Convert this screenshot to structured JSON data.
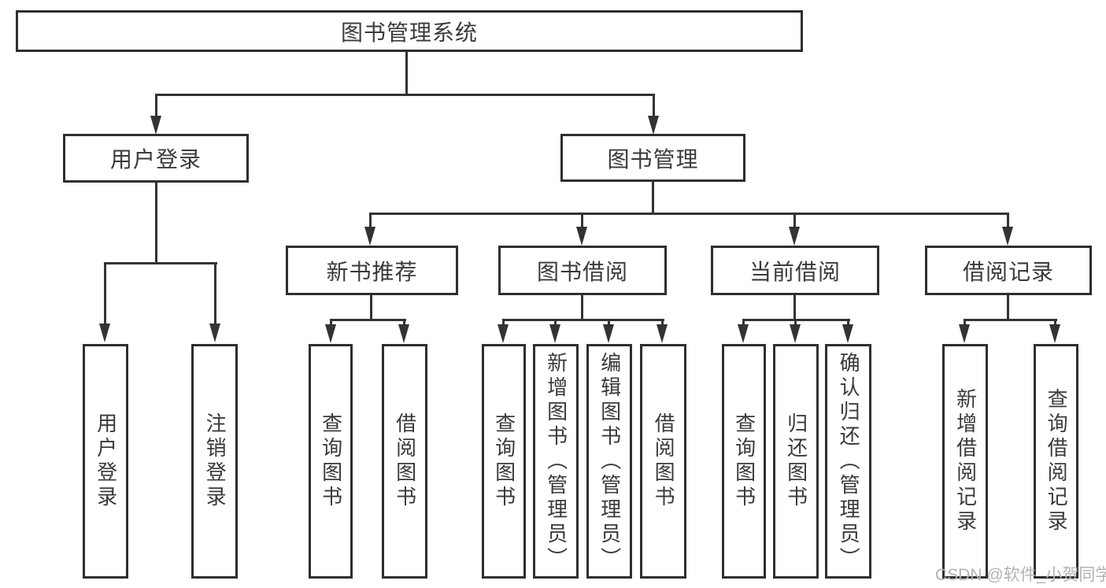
{
  "diagram": {
    "title": "图书管理系统",
    "branches": [
      {
        "label": "用户登录",
        "children": [
          {
            "label": "用户登录"
          },
          {
            "label": "注销登录"
          }
        ]
      },
      {
        "label": "图书管理",
        "children": [
          {
            "label": "新书推荐",
            "children": [
              {
                "label": "查询图书"
              },
              {
                "label": "借阅图书"
              }
            ]
          },
          {
            "label": "图书借阅",
            "children": [
              {
                "label": "查询图书"
              },
              {
                "label": "新增图书（管理员）"
              },
              {
                "label": "编辑图书（管理员）"
              },
              {
                "label": "借阅图书"
              }
            ]
          },
          {
            "label": "当前借阅",
            "children": [
              {
                "label": "查询图书"
              },
              {
                "label": "归还图书"
              },
              {
                "label": "确认归还（管理员）"
              }
            ]
          },
          {
            "label": "借阅记录",
            "children": [
              {
                "label": "新增借阅记录"
              },
              {
                "label": "查询借阅记录"
              }
            ]
          }
        ]
      }
    ]
  },
  "watermark": {
    "text": "CSDN @软件_小贺同学"
  },
  "colors": {
    "line": "#333333",
    "box_border": "#2e2e2e",
    "text": "#3a3a3a",
    "watermark": "#b3b3b3",
    "background": "#ffffff"
  }
}
